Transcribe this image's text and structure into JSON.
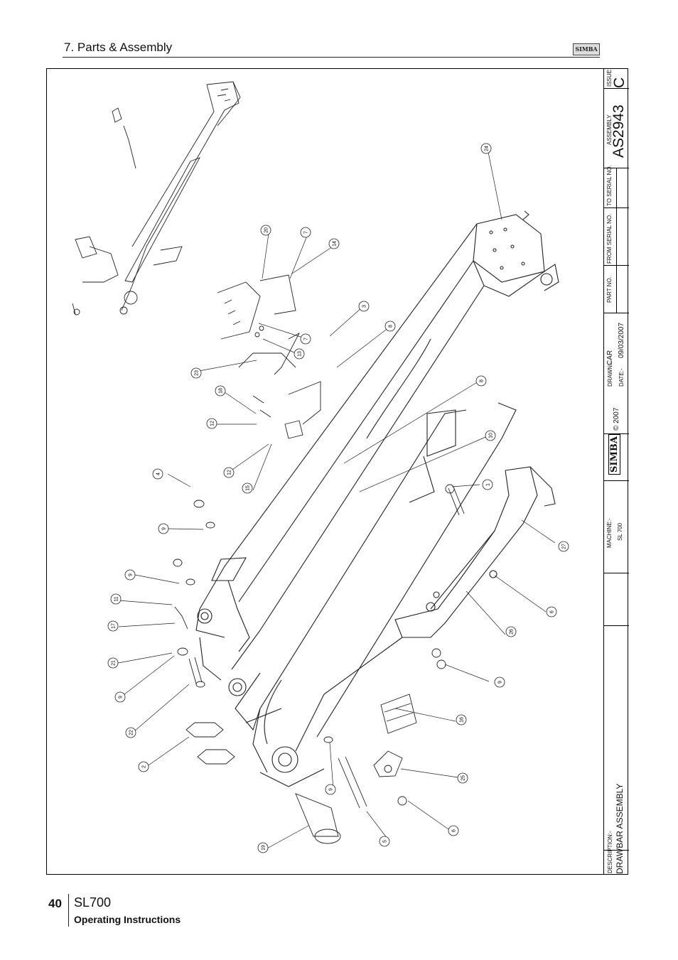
{
  "header": {
    "section_title": "7. Parts & Assembly",
    "logo_text": "SIMBA"
  },
  "title_block": {
    "description_label": "DESCRIPTION:-",
    "description": "DRAWBAR ASSEMBLY",
    "machine_label": "MACHINE:-",
    "machine": "SL 700",
    "copyright": "© 2007",
    "logo_text": "SIMBA",
    "drawn_label": "DRAWN:-",
    "drawn_by": "CAR",
    "date_label": "DATE:-",
    "date": "09/03/2007",
    "part_no_label": "PART NO.",
    "from_serial_label": "FROM SERIAL NO.",
    "to_serial_label": "TO SERIAL NO.",
    "assembly_label": "ASSEMBLY",
    "assembly": "AS2943",
    "issue_label": "ISSUE",
    "issue": "C"
  },
  "callouts": [
    "24",
    "20",
    "7",
    "14",
    "3",
    "8",
    "7",
    "13",
    "23",
    "18",
    "8",
    "12",
    "10",
    "4",
    "12",
    "15",
    "1",
    "9",
    "9",
    "27",
    "11",
    "17",
    "6",
    "21",
    "26",
    "9",
    "9",
    "22",
    "16",
    "2",
    "25",
    "9",
    "6",
    "5",
    "19"
  ],
  "footer": {
    "page_number": "40",
    "model": "SL700",
    "subtitle": "Operating Instructions"
  }
}
